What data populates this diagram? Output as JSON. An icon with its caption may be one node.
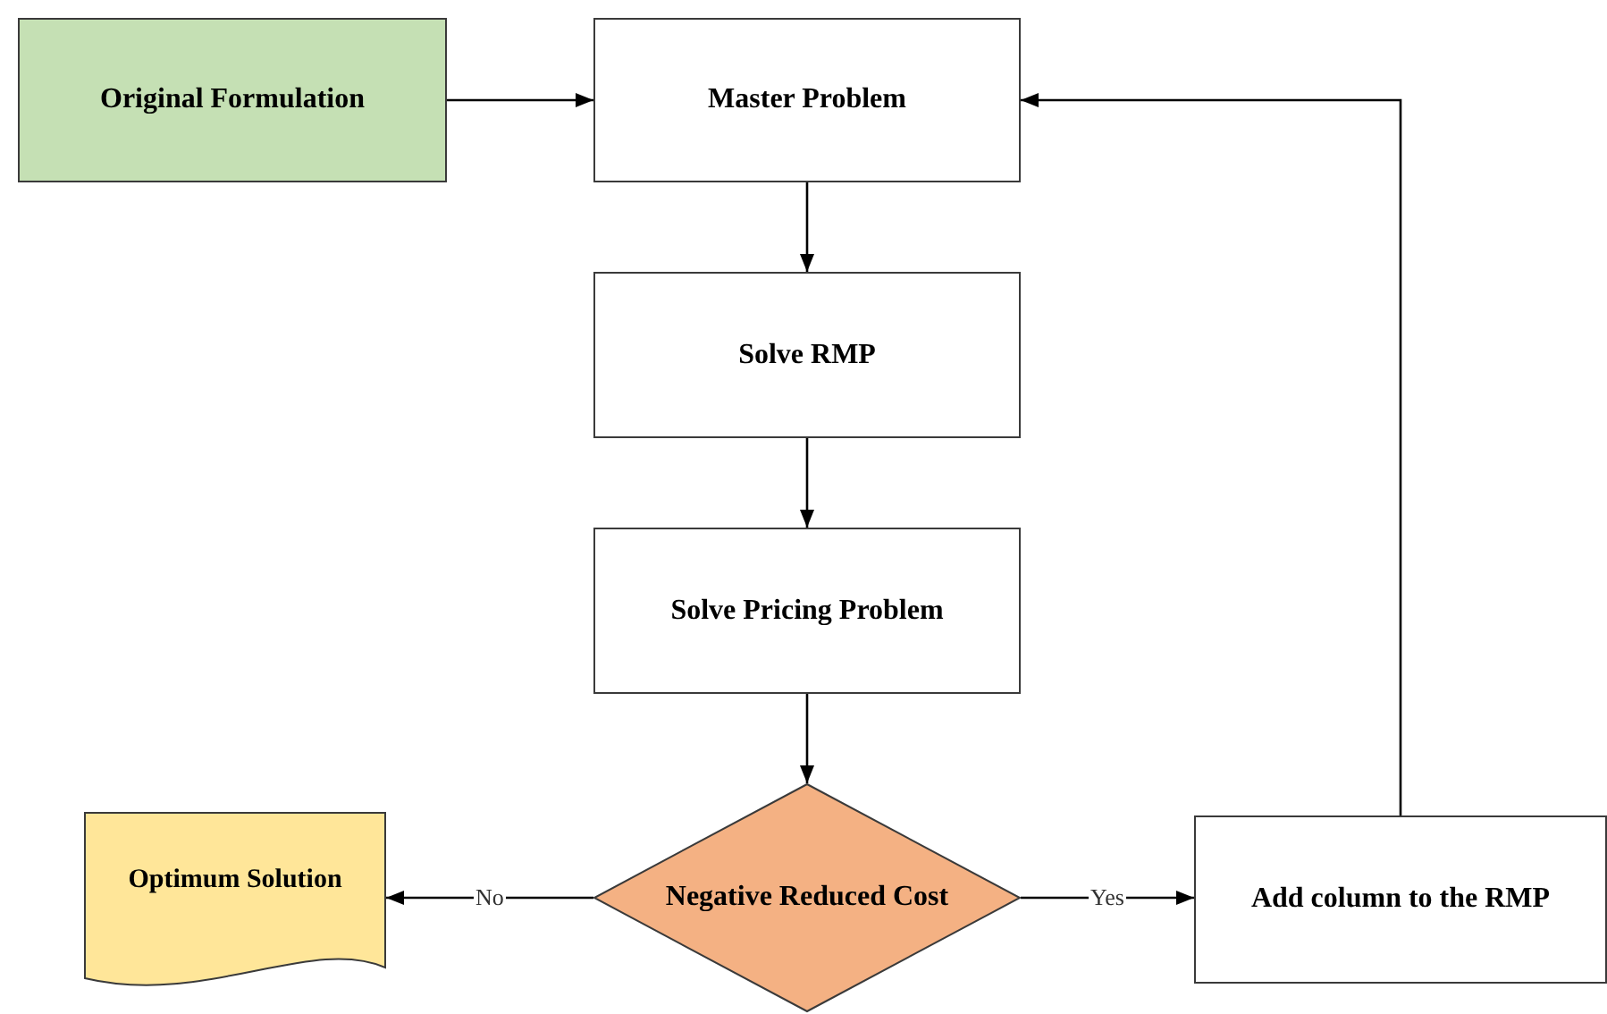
{
  "diagram": {
    "nodes": [
      {
        "text": [
          "Original Formulation"
        ]
      },
      {
        "text": [
          "Master Problem"
        ]
      },
      {
        "text": [
          "Solve RMP"
        ]
      },
      {
        "text": [
          "Solve Pricing Problem"
        ]
      },
      {
        "text": [
          "Negative Reduced Cost"
        ]
      },
      {
        "text": [
          "Optimum Solution"
        ]
      },
      {
        "text": [
          "Add column to the RMP"
        ]
      }
    ],
    "edges": [
      {
        "from": 0,
        "to": 1,
        "arrow": "to"
      },
      {
        "from": 1,
        "to": 2,
        "arrow": "to"
      },
      {
        "from": 2,
        "to": 3,
        "arrow": "to"
      },
      {
        "from": 3,
        "to": 4,
        "arrow": "to"
      },
      {
        "from": 4,
        "to": 5,
        "arrow": "to",
        "label": "No"
      },
      {
        "from": 4,
        "to": 6,
        "arrow": "to",
        "label": "Yes"
      },
      {
        "from": 6,
        "to": 1,
        "arrow": "to"
      }
    ]
  }
}
